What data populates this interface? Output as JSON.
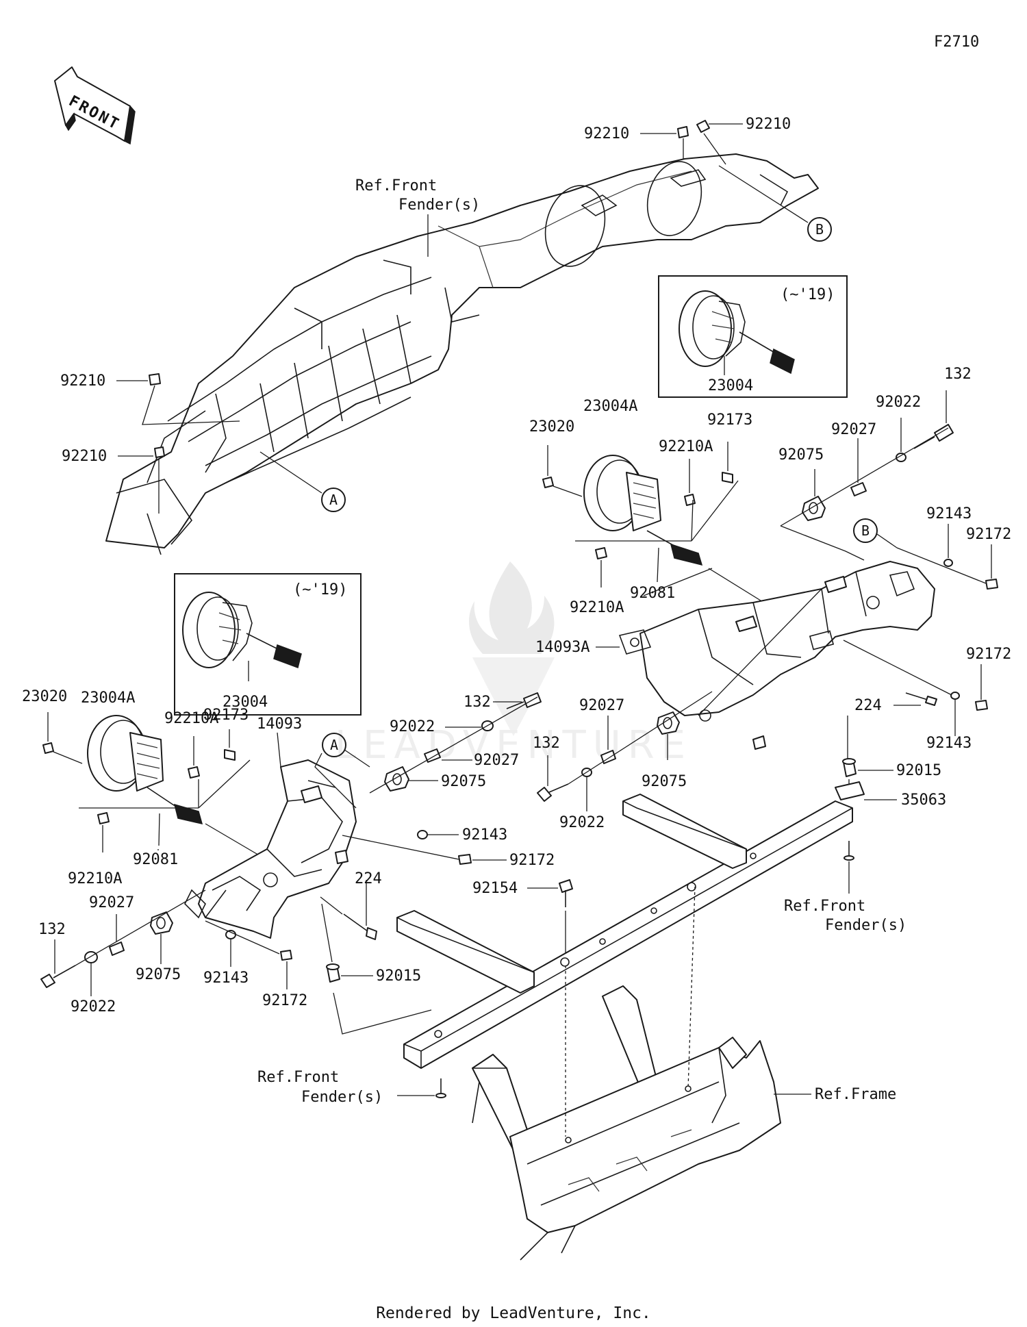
{
  "figure_code": "F2710",
  "front_arrow_text": "FRONT",
  "watermark_text": "LEADVENTURE",
  "footer": "Rendered by LeadVenture, Inc.",
  "callouts": {
    "A": "A",
    "B": "B"
  },
  "variant_boxes": {
    "upper": {
      "year_note": "(~'19)",
      "part": "23004"
    },
    "lower": {
      "year_note": "(~'19)",
      "part": "23004"
    }
  },
  "part_labels": {
    "top_clip_left": "92210",
    "top_clip_right": "92210",
    "ref_front_fender_top_1": "Ref.Front",
    "ref_front_fender_top_2": "Fender(s)",
    "clip_left_upper": "92210",
    "clip_left_lower": "92210",
    "r_23020": "23020",
    "r_23004A": "23004A",
    "r_92173": "92173",
    "r_92210A_top": "92210A",
    "r_92210A_bottom": "92210A",
    "r_92081": "92081",
    "r_92075": "92075",
    "r_92027": "92027",
    "r_92022": "92022",
    "r_132": "132",
    "r_92143_top": "92143",
    "r_92172_top": "92172",
    "r_92172_mid": "92172",
    "r_14093A": "14093A",
    "r_224": "224",
    "r_92143_bottom": "92143",
    "c_132": "132",
    "c_92022_top": "92022",
    "c_92027": "92027",
    "c_92075": "92075",
    "c_132_low": "132",
    "c_92022_low": "92022",
    "c_92027_right": "92027",
    "c_92075_right": "92075",
    "c_92015_right": "92015",
    "c_35063": "35063",
    "ref_front_fender_right_1": "Ref.Front",
    "ref_front_fender_right_2": "Fender(s)",
    "l_23020": "23020",
    "l_23004A": "23004A",
    "l_92173": "92173",
    "l_92210A_top": "92210A",
    "l_92210A_bottom": "92210A",
    "l_92081": "92081",
    "l_14093": "14093",
    "l_92143_mid": "92143",
    "l_92172_mid": "92172",
    "l_92154": "92154",
    "l_224": "224",
    "l_92027": "92027",
    "l_132": "132",
    "l_92075": "92075",
    "l_92143": "92143",
    "l_92022": "92022",
    "l_92172": "92172",
    "l_92015": "92015",
    "ref_front_fender_bottom_1": "Ref.Front",
    "ref_front_fender_bottom_2": "Fender(s)",
    "ref_frame": "Ref.Frame"
  }
}
